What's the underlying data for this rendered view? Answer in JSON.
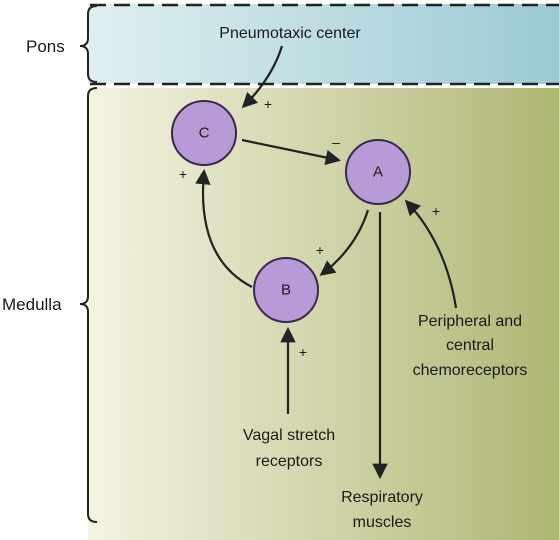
{
  "regions": {
    "pons": "Pons",
    "medulla": "Medulla"
  },
  "nodes": {
    "c": "C",
    "a": "A",
    "b": "B"
  },
  "labels": {
    "pneumotaxic": "Pneumotaxic center",
    "vagal_line1": "Vagal stretch",
    "vagal_line2": "receptors",
    "chemo_line1": "Peripheral and",
    "chemo_line2": "central",
    "chemo_line3": "chemoreceptors",
    "resp_line1": "Respiratory",
    "resp_line2": "muscles"
  },
  "signs": {
    "pneumotaxic_to_c": "+",
    "c_to_a": "–",
    "b_to_c": "+",
    "a_to_b": "+",
    "vagal_to_b": "+",
    "chemo_to_a": "+"
  },
  "colors": {
    "pons_left": "#dfeff1",
    "pons_right": "#9ccad3",
    "medulla_left": "#f4f3e2",
    "medulla_right": "#aeb673",
    "node_fill": "#b89ad6",
    "node_stroke": "#3a2a4a",
    "arrow": "#222222"
  }
}
